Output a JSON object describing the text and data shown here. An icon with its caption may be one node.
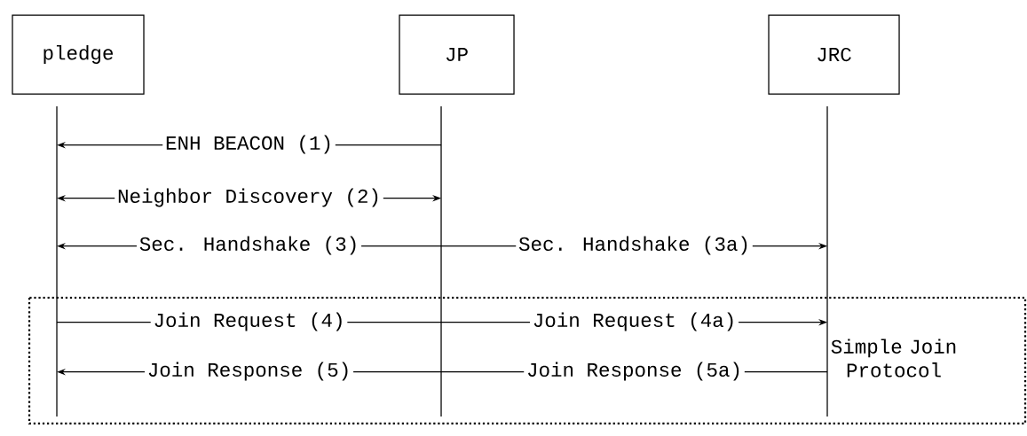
{
  "diagram": {
    "nodes": [
      {
        "text": [
          "pledge"
        ]
      },
      {
        "text": [
          "JP"
        ]
      },
      {
        "text": [
          "JRC"
        ]
      }
    ],
    "labels": [
      "Simple Join Protocol"
    ],
    "edges": [
      {
        "from": 1,
        "to": 0,
        "arrow": "to",
        "label": "ENH BEACON (1)"
      },
      {
        "from": 0,
        "to": 1,
        "arrow": "both",
        "label": "Neighbor Discovery (2)"
      },
      {
        "from": 1,
        "to": 0,
        "arrow": "to",
        "label": "Sec. Handshake (3)"
      },
      {
        "from": 1,
        "to": 2,
        "arrow": "to",
        "label": "Sec. Handshake (3a)"
      },
      {
        "from": 0,
        "to": 1,
        "arrow": "none",
        "label": "Join Request (4)"
      },
      {
        "from": 1,
        "to": 2,
        "arrow": "to",
        "label": "Join Request (4a)"
      },
      {
        "from": 1,
        "to": 0,
        "arrow": "to",
        "label": "Join Response (5)"
      },
      {
        "from": 2,
        "to": 1,
        "arrow": "none",
        "label": "Join Response (5a)"
      }
    ]
  }
}
